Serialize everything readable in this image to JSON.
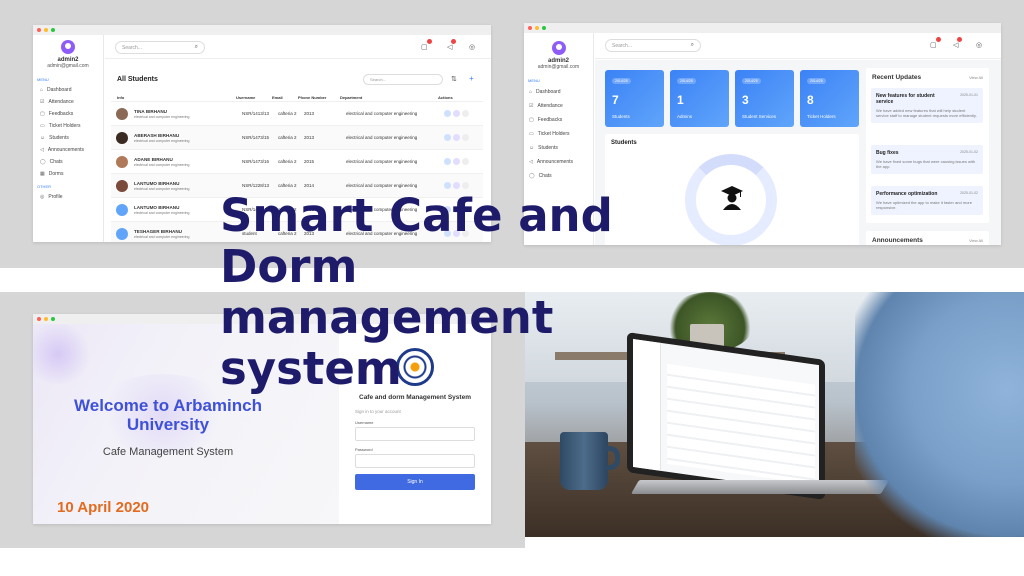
{
  "user": {
    "name": "admin2",
    "email": "admin@gmail.com"
  },
  "search_placeholder": "Search...",
  "menu_label": "MENU",
  "other_label": "OTHER",
  "menu": [
    "Dashboard",
    "Attendance",
    "Feedbacks",
    "Ticket Holders",
    "Students",
    "Announcements",
    "Chats",
    "Dorms"
  ],
  "menu_other": [
    "Profile"
  ],
  "students": {
    "title": "All Students",
    "columns": [
      "Info",
      "Username",
      "Email",
      "Phone Number",
      "Department",
      "Actions"
    ],
    "rows": [
      {
        "name": "TINA BIRHANU",
        "sub": "electrical and computer engineering",
        "username": "NSR/1413/13",
        "email": "cafteria 2",
        "phone": "2013",
        "dept": "electrical and computer engineering"
      },
      {
        "name": "ABERASH BIRHANU",
        "sub": "electrical and computer engineering",
        "username": "NSR/1473/15",
        "email": "cafteria 2",
        "phone": "2013",
        "dept": "electrical and computer engineering"
      },
      {
        "name": "ADANE BIRHANU",
        "sub": "electrical and computer engineering",
        "username": "NSR/1473/16",
        "email": "cafteria 2",
        "phone": "2015",
        "dept": "electrical and computer engineering"
      },
      {
        "name": "LANTUMO BIRHANU",
        "sub": "electrical and computer engineering",
        "username": "NSR/1228/13",
        "email": "cafteria 2",
        "phone": "2014",
        "dept": "electrical and computer engineering"
      },
      {
        "name": "LANTUMO BIRHANU",
        "sub": "electrical and computer engineering",
        "username": "NSR/1473/15",
        "email": "cafteria 2",
        "phone": "2013",
        "dept": "electrical and computer engineering"
      },
      {
        "name": "TESHAGER BIRHANU",
        "sub": "electrical and computer engineering",
        "username": "student",
        "email": "cafteria 2",
        "phone": "2013",
        "dept": "electrical and computer engineering"
      }
    ]
  },
  "dashboard": {
    "stats": [
      {
        "chip": "2014/25",
        "value": "7",
        "label": "Students"
      },
      {
        "chip": "2014/25",
        "value": "1",
        "label": "Admins"
      },
      {
        "chip": "2014/25",
        "value": "3",
        "label": "Student Services"
      },
      {
        "chip": "2014/25",
        "value": "8",
        "label": "Ticket Holders"
      }
    ],
    "students_title": "Students",
    "updates_title": "Recent Updates",
    "view_all": "View All",
    "updates": [
      {
        "title": "New features for student service",
        "date": "2025-01-01",
        "text": "We have added new features that will help student service staff to manage student requests more efficiently."
      },
      {
        "title": "Bug fixes",
        "date": "2025-01-02",
        "text": "We have fixed some bugs that were causing issues with the app."
      },
      {
        "title": "Performance optimization",
        "date": "2025-01-02",
        "text": "We have optimized the app to make it faster and more responsive."
      }
    ],
    "announcements_title": "Announcements"
  },
  "login": {
    "welcome": "Welcome to Arbaminch University",
    "subtitle": "Cafe Management System",
    "date": "10 April 2020",
    "system_title": "Cafe and dorm Management System",
    "signin_hint": "Sign in to your account",
    "username_label": "Username",
    "password_label": "Password",
    "button": "Sign In"
  },
  "overlay_title": "Smart Cafe and Dorm management system",
  "colors": {
    "accent": "#3b82f6",
    "title": "#1f1b6b",
    "date": "#e36b1f",
    "welcome": "#3f51d8"
  }
}
